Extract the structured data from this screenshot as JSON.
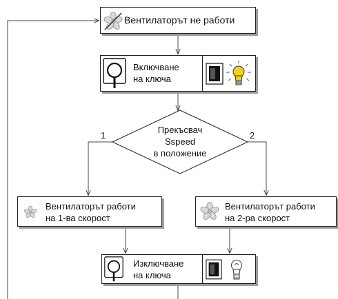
{
  "nodes": {
    "fan_off": {
      "label": "Вентилаторът не работи",
      "icon": "fan-off-icon"
    },
    "key_on": {
      "line1": "Включване",
      "line2": "на ключа",
      "icons": [
        "ignition-key-icon",
        "switch-icon",
        "lamp-on-icon"
      ]
    },
    "decision": {
      "line1": "Прекъсвач",
      "line2": "Sspeed",
      "line3": "в положение"
    },
    "speed1": {
      "line1": "Вентилаторът работи",
      "line2": "на 1-ва скорост",
      "icon": "fan-icon"
    },
    "speed2": {
      "line1": "Вентилаторът работи",
      "line2": "на 2-ра скорост",
      "icon": "fan-icon"
    },
    "key_off": {
      "line1": "Изключване",
      "line2": "на ключа",
      "icons": [
        "ignition-key-icon",
        "switch-icon",
        "lamp-off-icon"
      ]
    }
  },
  "branches": {
    "left": "1",
    "right": "2"
  },
  "colors": {
    "lamp_on": "#f2d21b",
    "shadow": "#9c9c9c",
    "line": "#444444"
  }
}
